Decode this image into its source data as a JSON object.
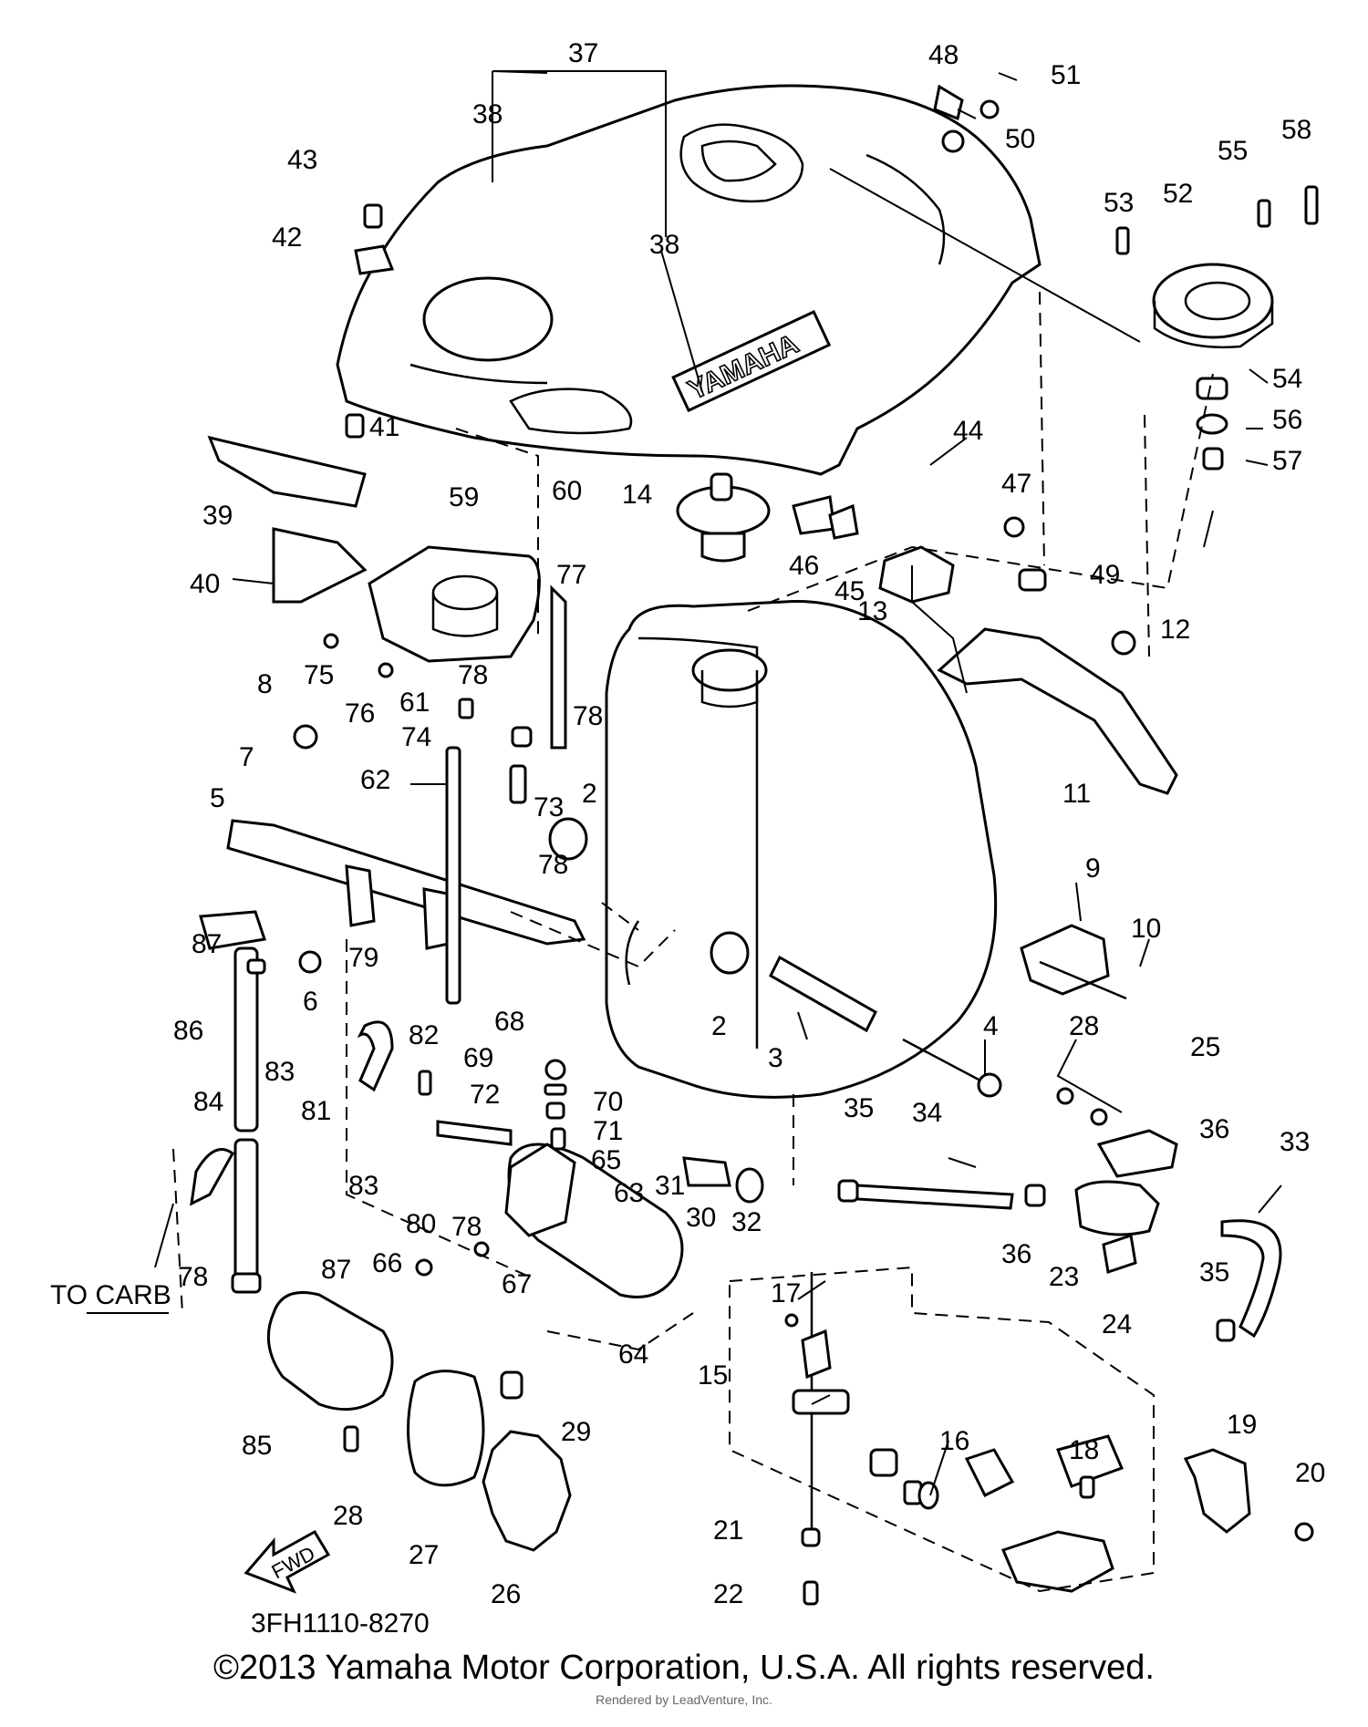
{
  "diagram": {
    "brand_emblem": "YAMAHA",
    "watermark": "LEADVENTURE",
    "to_carb_label": "TO CARB",
    "fwd_label": "FWD",
    "diagram_code": "3FH1110-8270",
    "callouts": [
      {
        "n": "37"
      },
      {
        "n": "38"
      },
      {
        "n": "38"
      },
      {
        "n": "48"
      },
      {
        "n": "51"
      },
      {
        "n": "50"
      },
      {
        "n": "43"
      },
      {
        "n": "42"
      },
      {
        "n": "58"
      },
      {
        "n": "55"
      },
      {
        "n": "53"
      },
      {
        "n": "52"
      },
      {
        "n": "54"
      },
      {
        "n": "56"
      },
      {
        "n": "57"
      },
      {
        "n": "41"
      },
      {
        "n": "44"
      },
      {
        "n": "39"
      },
      {
        "n": "59"
      },
      {
        "n": "60"
      },
      {
        "n": "14"
      },
      {
        "n": "46"
      },
      {
        "n": "45"
      },
      {
        "n": "47"
      },
      {
        "n": "40"
      },
      {
        "n": "77"
      },
      {
        "n": "13"
      },
      {
        "n": "49"
      },
      {
        "n": "12"
      },
      {
        "n": "75"
      },
      {
        "n": "78"
      },
      {
        "n": "8"
      },
      {
        "n": "76"
      },
      {
        "n": "61"
      },
      {
        "n": "78"
      },
      {
        "n": "74"
      },
      {
        "n": "62"
      },
      {
        "n": "73"
      },
      {
        "n": "7"
      },
      {
        "n": "2"
      },
      {
        "n": "11"
      },
      {
        "n": "5"
      },
      {
        "n": "78"
      },
      {
        "n": "9"
      },
      {
        "n": "10"
      },
      {
        "n": "87"
      },
      {
        "n": "6"
      },
      {
        "n": "79"
      },
      {
        "n": "2"
      },
      {
        "n": "3"
      },
      {
        "n": "4"
      },
      {
        "n": "86"
      },
      {
        "n": "68"
      },
      {
        "n": "82"
      },
      {
        "n": "69"
      },
      {
        "n": "28"
      },
      {
        "n": "25"
      },
      {
        "n": "83"
      },
      {
        "n": "72"
      },
      {
        "n": "70"
      },
      {
        "n": "84"
      },
      {
        "n": "81"
      },
      {
        "n": "71"
      },
      {
        "n": "35"
      },
      {
        "n": "34"
      },
      {
        "n": "36"
      },
      {
        "n": "33"
      },
      {
        "n": "83"
      },
      {
        "n": "65"
      },
      {
        "n": "31"
      },
      {
        "n": "63"
      },
      {
        "n": "80"
      },
      {
        "n": "78"
      },
      {
        "n": "30"
      },
      {
        "n": "32"
      },
      {
        "n": "36"
      },
      {
        "n": "23"
      },
      {
        "n": "78"
      },
      {
        "n": "87"
      },
      {
        "n": "66"
      },
      {
        "n": "67"
      },
      {
        "n": "24"
      },
      {
        "n": "35"
      },
      {
        "n": "17"
      },
      {
        "n": "64"
      },
      {
        "n": "15"
      },
      {
        "n": "29"
      },
      {
        "n": "85"
      },
      {
        "n": "16"
      },
      {
        "n": "19"
      },
      {
        "n": "20"
      },
      {
        "n": "18"
      },
      {
        "n": "28"
      },
      {
        "n": "21"
      },
      {
        "n": "27"
      },
      {
        "n": "26"
      },
      {
        "n": "22"
      }
    ]
  },
  "footer": {
    "copyright": "©2013 Yamaha Motor Corporation, U.S.A. All rights reserved.",
    "credit": "Rendered by LeadVenture, Inc."
  }
}
